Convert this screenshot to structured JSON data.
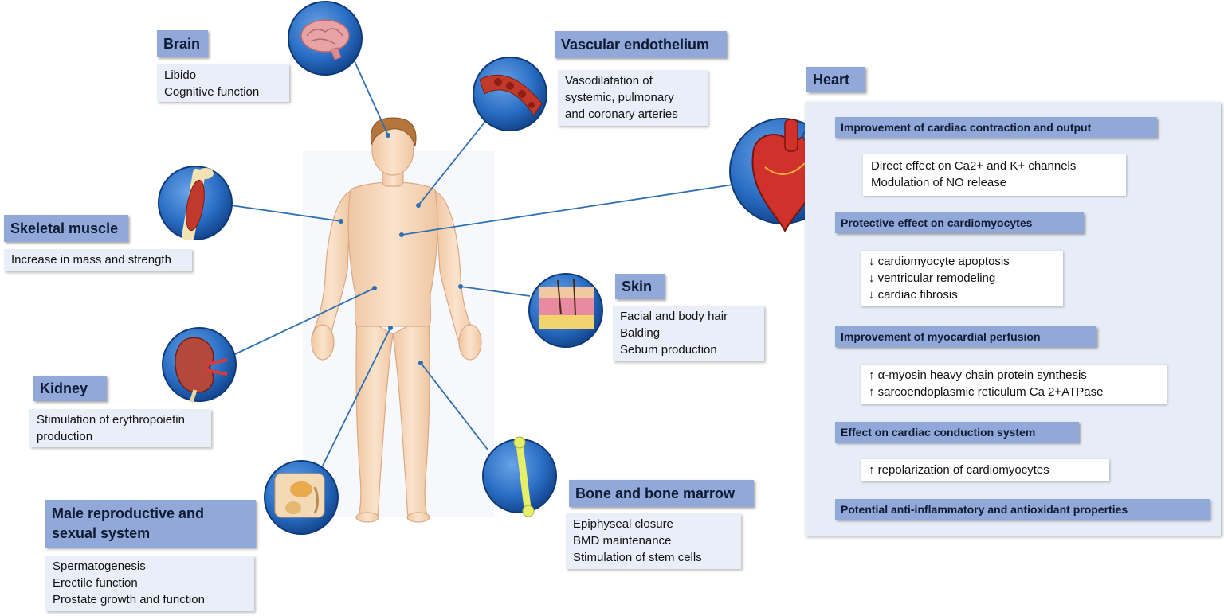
{
  "organs": {
    "brain": {
      "title": "Brain",
      "items": [
        "Libido",
        "Cognitive function"
      ]
    },
    "vascular": {
      "title": "Vascular endothelium",
      "items": [
        "Vasodilatation of",
        "systemic, pulmonary",
        "and coronary arteries"
      ]
    },
    "skeletal": {
      "title": "Skeletal muscle",
      "items": [
        "Increase in mass and strength"
      ]
    },
    "skin": {
      "title": "Skin",
      "items": [
        "Facial and body hair",
        "Balding",
        "Sebum production"
      ]
    },
    "kidney": {
      "title": "Kidney",
      "items": [
        "Stimulation of erythropoietin",
        "production"
      ]
    },
    "bone": {
      "title": "Bone and bone marrow",
      "items": [
        "Epiphyseal closure",
        "BMD maintenance",
        "Stimulation of stem cells"
      ]
    },
    "reproductive": {
      "title_lines": [
        "Male reproductive and",
        "sexual system"
      ],
      "items": [
        "Spermatogenesis",
        "Erectile function",
        "Prostate growth and function"
      ]
    }
  },
  "heart": {
    "title": "Heart",
    "sections": [
      {
        "heading": "Improvement of cardiac contraction and output",
        "items": [
          "Direct effect on Ca2+ and K+ channels",
          "Modulation of NO release"
        ]
      },
      {
        "heading": "Protective effect on cardiomyocytes",
        "items": [
          "↓ cardiomyocyte apoptosis",
          "↓ ventricular remodeling",
          "↓ cardiac fibrosis"
        ]
      },
      {
        "heading": "Improvement of myocardial perfusion",
        "items": [
          "↑ α-myosin heavy chain protein synthesis",
          "↑ sarcoendoplasmic reticulum Ca 2+ATPase"
        ]
      },
      {
        "heading": "Effect on cardiac conduction system",
        "items": [
          "↑ repolarization of cardiomyocytes"
        ]
      },
      {
        "heading": "Potential anti-inflammatory and antioxidant properties",
        "items": []
      }
    ]
  },
  "colors": {
    "title_fill": "#92a8d9",
    "desc_fill": "#e9eef8",
    "connector": "#2f6fb3",
    "circle": "#1f5fb0",
    "skin": "#f6d6b8"
  }
}
